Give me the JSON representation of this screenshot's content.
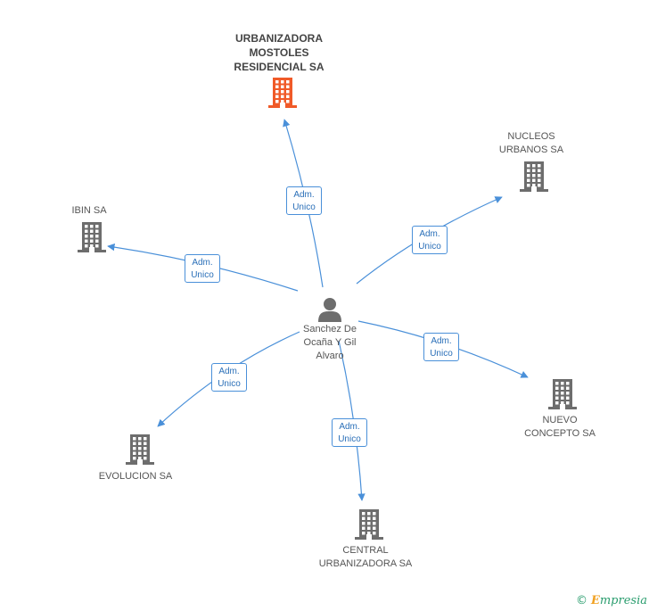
{
  "colors": {
    "edge": "#4a90d9",
    "building": "#6d6d6d",
    "building_highlight": "#f05a28",
    "person": "#6d6d6d"
  },
  "center": {
    "name": "Sanchez De\nOcaña Y Gil\nAlvaro",
    "icon": "person-icon"
  },
  "companies": [
    {
      "id": "urbanizadora",
      "name": "URBANIZADORA\nMOSTOLES\nRESIDENCIAL SA",
      "highlight": true,
      "relation": [
        "Adm.",
        "Unico"
      ]
    },
    {
      "id": "nucleos",
      "name": "NUCLEOS\nURBANOS SA",
      "highlight": false,
      "relation": [
        "Adm.",
        "Unico"
      ]
    },
    {
      "id": "ibin",
      "name": "IBIN SA",
      "highlight": false,
      "relation": [
        "Adm.",
        "Unico"
      ]
    },
    {
      "id": "nuevo",
      "name": "NUEVO\nCONCEPTO SA",
      "highlight": false,
      "relation": [
        "Adm.",
        "Unico"
      ]
    },
    {
      "id": "evolucion",
      "name": "EVOLUCION SA",
      "highlight": false,
      "relation": [
        "Adm.",
        "Unico"
      ]
    },
    {
      "id": "central",
      "name": "CENTRAL\nURBANIZADORA SA",
      "highlight": false,
      "relation": [
        "Adm.",
        "Unico"
      ]
    }
  ],
  "credit": {
    "symbol": "©",
    "brand_first": "E",
    "brand_rest": "mpresia"
  }
}
